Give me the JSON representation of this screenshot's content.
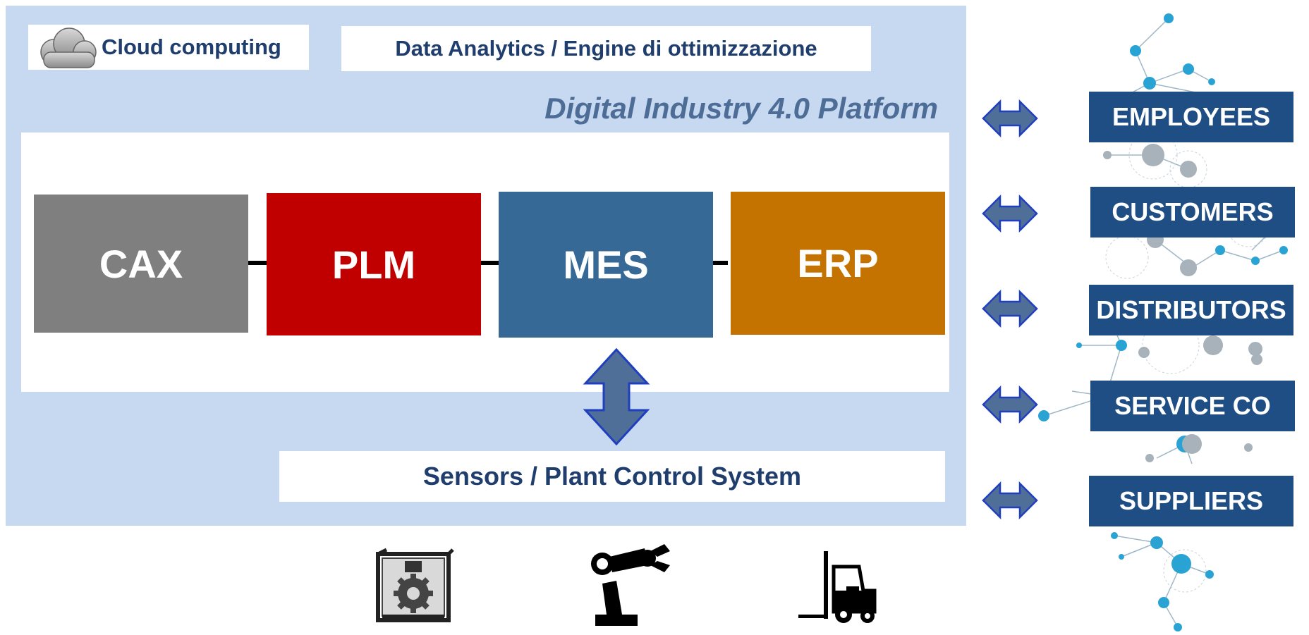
{
  "platform": {
    "title": "Digital Industry 4.0 Platform",
    "cloud_label": "Cloud computing",
    "analytics_label": "Data Analytics / Engine di ottimizzazione",
    "sensors_label": "Sensors / Plant Control System",
    "background_color": "#c6d9f0"
  },
  "modules": [
    {
      "label": "CAX",
      "color": "#7f7f7f"
    },
    {
      "label": "PLM",
      "color": "#c00000"
    },
    {
      "label": "MES",
      "color": "#376996"
    },
    {
      "label": "ERP",
      "color": "#c47300"
    }
  ],
  "stakeholders": [
    {
      "label": "EMPLOYEES"
    },
    {
      "label": "CUSTOMERS"
    },
    {
      "label": "DISTRIBUTORS"
    },
    {
      "label": "SERVICE CO"
    },
    {
      "label": "SUPPLIERS"
    }
  ],
  "icons": [
    "cloud-icon",
    "3d-printer-icon",
    "robot-arm-icon",
    "forklift-icon",
    "network-graph-icon"
  ],
  "colors": {
    "arrow_fill": "#4f6f98",
    "arrow_stroke": "#1f3fbf",
    "stakeholder_fill": "#1f4e84",
    "text_dark_blue": "#1f3d6d"
  }
}
